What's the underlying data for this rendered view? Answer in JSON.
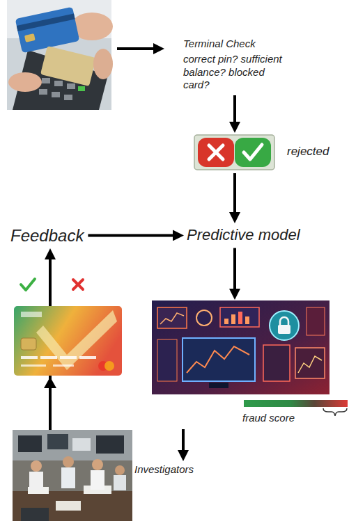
{
  "diagram": {
    "nodes": [
      {
        "text": [
          "Terminal Check",
          "correct pin? sufficient balance? blocked card?"
        ]
      },
      {
        "text": [
          "rejected"
        ]
      },
      {
        "text": [
          "Predictive model"
        ]
      },
      {
        "text": [
          "fraud score"
        ]
      },
      {
        "text": [
          "Investigators"
        ]
      },
      {
        "text": [
          "Feedback"
        ]
      }
    ],
    "edges": [
      {
        "from": 0,
        "to": 1,
        "arrow": "to"
      },
      {
        "from": 1,
        "to": 2,
        "arrow": "to"
      },
      {
        "from": 5,
        "to": 2,
        "arrow": "to"
      },
      {
        "from": 2,
        "to": 3,
        "arrow": "to"
      },
      {
        "from": 3,
        "to": 4,
        "arrow": "to"
      },
      {
        "from": 4,
        "to": 5,
        "arrow": "to"
      }
    ]
  }
}
